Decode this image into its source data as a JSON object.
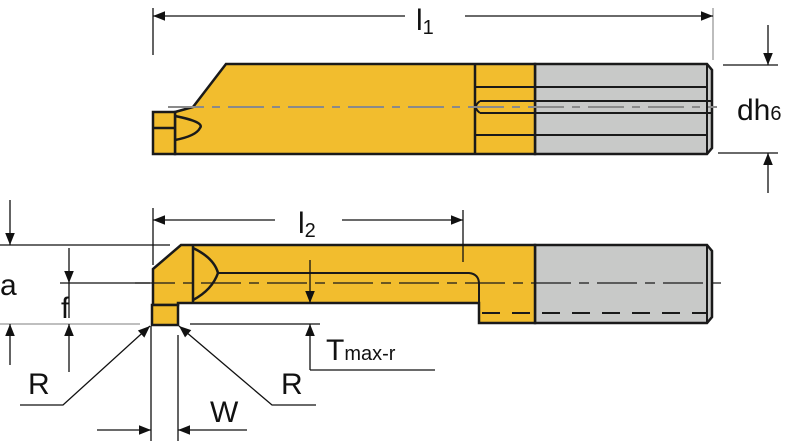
{
  "labels": {
    "l1_main": "l",
    "l1_sub": "1",
    "d_main": "dh",
    "d_sub": "6",
    "l2_main": "l",
    "l2_sub": "2",
    "a": "a",
    "f": "f",
    "tmax_main": "T",
    "tmax_sub": "max-r",
    "r_left": "R",
    "r_right": "R",
    "w": "W"
  },
  "colors": {
    "carbide": "#f2bd2e",
    "shank": "#c8c9c8",
    "line": "#1a1a1a",
    "centerline": "#8a8a8a"
  }
}
